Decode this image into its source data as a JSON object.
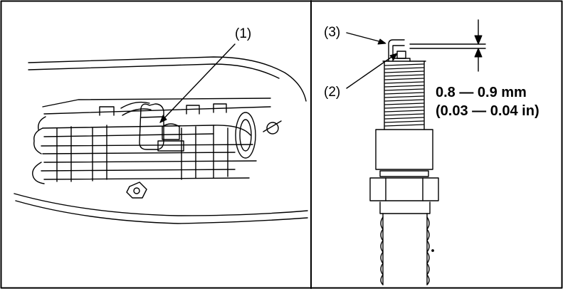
{
  "left_panel": {
    "callout_1": "(1)"
  },
  "right_panel": {
    "callout_2": "(2)",
    "callout_3": "(3)",
    "gap_metric": "0.8 — 0.9 mm",
    "gap_imperial": "(0.03 — 0.04 in)"
  },
  "colors": {
    "ink": "#000000",
    "paper": "#ffffff"
  }
}
